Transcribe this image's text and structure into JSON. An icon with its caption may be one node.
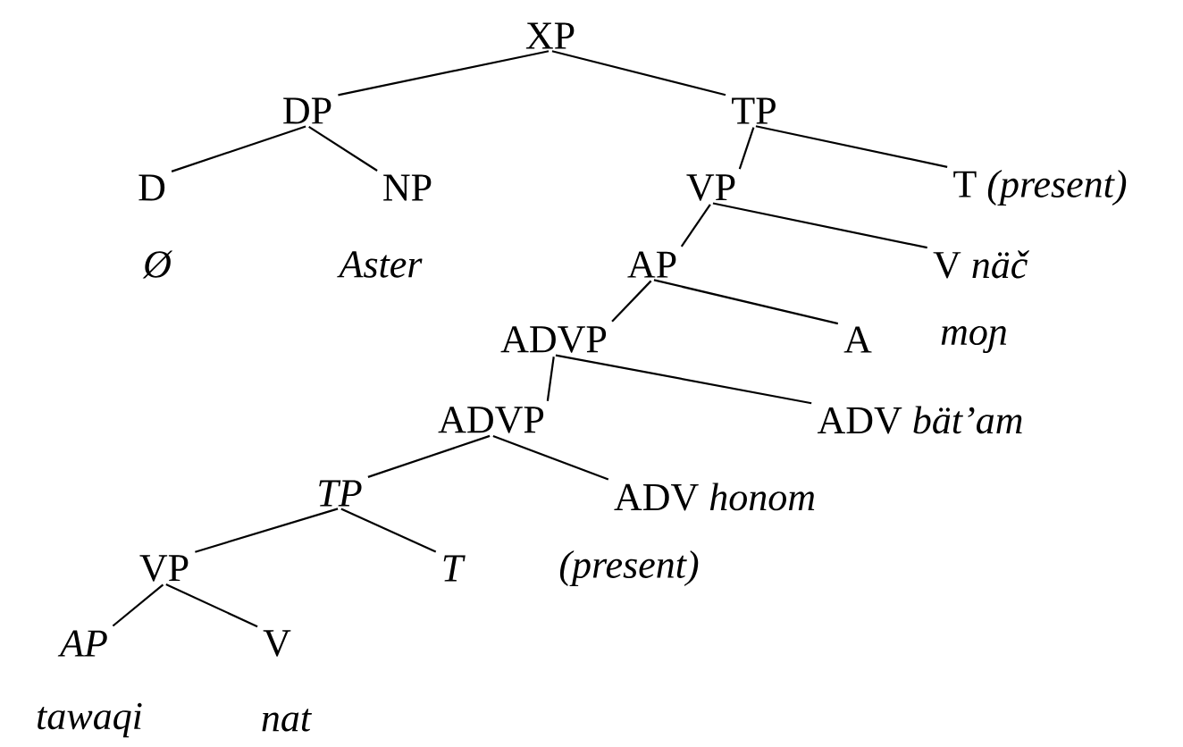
{
  "diagram": {
    "nodes": [
      {
        "text": [
          "XP"
        ]
      },
      {
        "text": [
          "DP"
        ]
      },
      {
        "text": [
          "TP"
        ]
      },
      {
        "text": [
          "D"
        ]
      },
      {
        "text": [
          "NP"
        ]
      },
      {
        "text": [
          "VP"
        ]
      },
      {
        "text": [
          "T *(present)*"
        ]
      },
      {
        "text": [
          "AP"
        ]
      },
      {
        "text": [
          "V *näč*"
        ]
      },
      {
        "text": [
          "ADVP"
        ]
      },
      {
        "text": [
          "A"
        ]
      },
      {
        "text": [
          "ADVP"
        ]
      },
      {
        "text": [
          "ADV *bät’am*"
        ]
      },
      {
        "text": [
          "TP"
        ]
      },
      {
        "text": [
          "ADV *honom*"
        ]
      },
      {
        "text": [
          "T"
        ]
      },
      {
        "text": [
          "VP"
        ]
      },
      {
        "text": [
          "AP"
        ]
      },
      {
        "text": [
          "V"
        ]
      }
    ],
    "edges": [
      {
        "from": 0,
        "to": 1,
        "arrow": "none"
      },
      {
        "from": 0,
        "to": 2,
        "arrow": "none"
      },
      {
        "from": 1,
        "to": 3,
        "arrow": "none"
      },
      {
        "from": 1,
        "to": 4,
        "arrow": "none"
      },
      {
        "from": 2,
        "to": 5,
        "arrow": "none"
      },
      {
        "from": 2,
        "to": 6,
        "arrow": "none"
      },
      {
        "from": 5,
        "to": 7,
        "arrow": "none"
      },
      {
        "from": 5,
        "to": 8,
        "arrow": "none"
      },
      {
        "from": 7,
        "to": 9,
        "arrow": "none"
      },
      {
        "from": 7,
        "to": 10,
        "arrow": "none"
      },
      {
        "from": 9,
        "to": 11,
        "arrow": "none"
      },
      {
        "from": 9,
        "to": 12,
        "arrow": "none"
      },
      {
        "from": 11,
        "to": 13,
        "arrow": "none"
      },
      {
        "from": 11,
        "to": 14,
        "arrow": "none"
      },
      {
        "from": 13,
        "to": 16,
        "arrow": "none"
      },
      {
        "from": 13,
        "to": 15,
        "arrow": "none"
      },
      {
        "from": 16,
        "to": 17,
        "arrow": "none"
      },
      {
        "from": 16,
        "to": 18,
        "arrow": "none"
      }
    ],
    "labels": [
      "Ø",
      "Aster",
      "moɲ",
      "(present)",
      "tawaqi",
      "nat"
    ]
  }
}
